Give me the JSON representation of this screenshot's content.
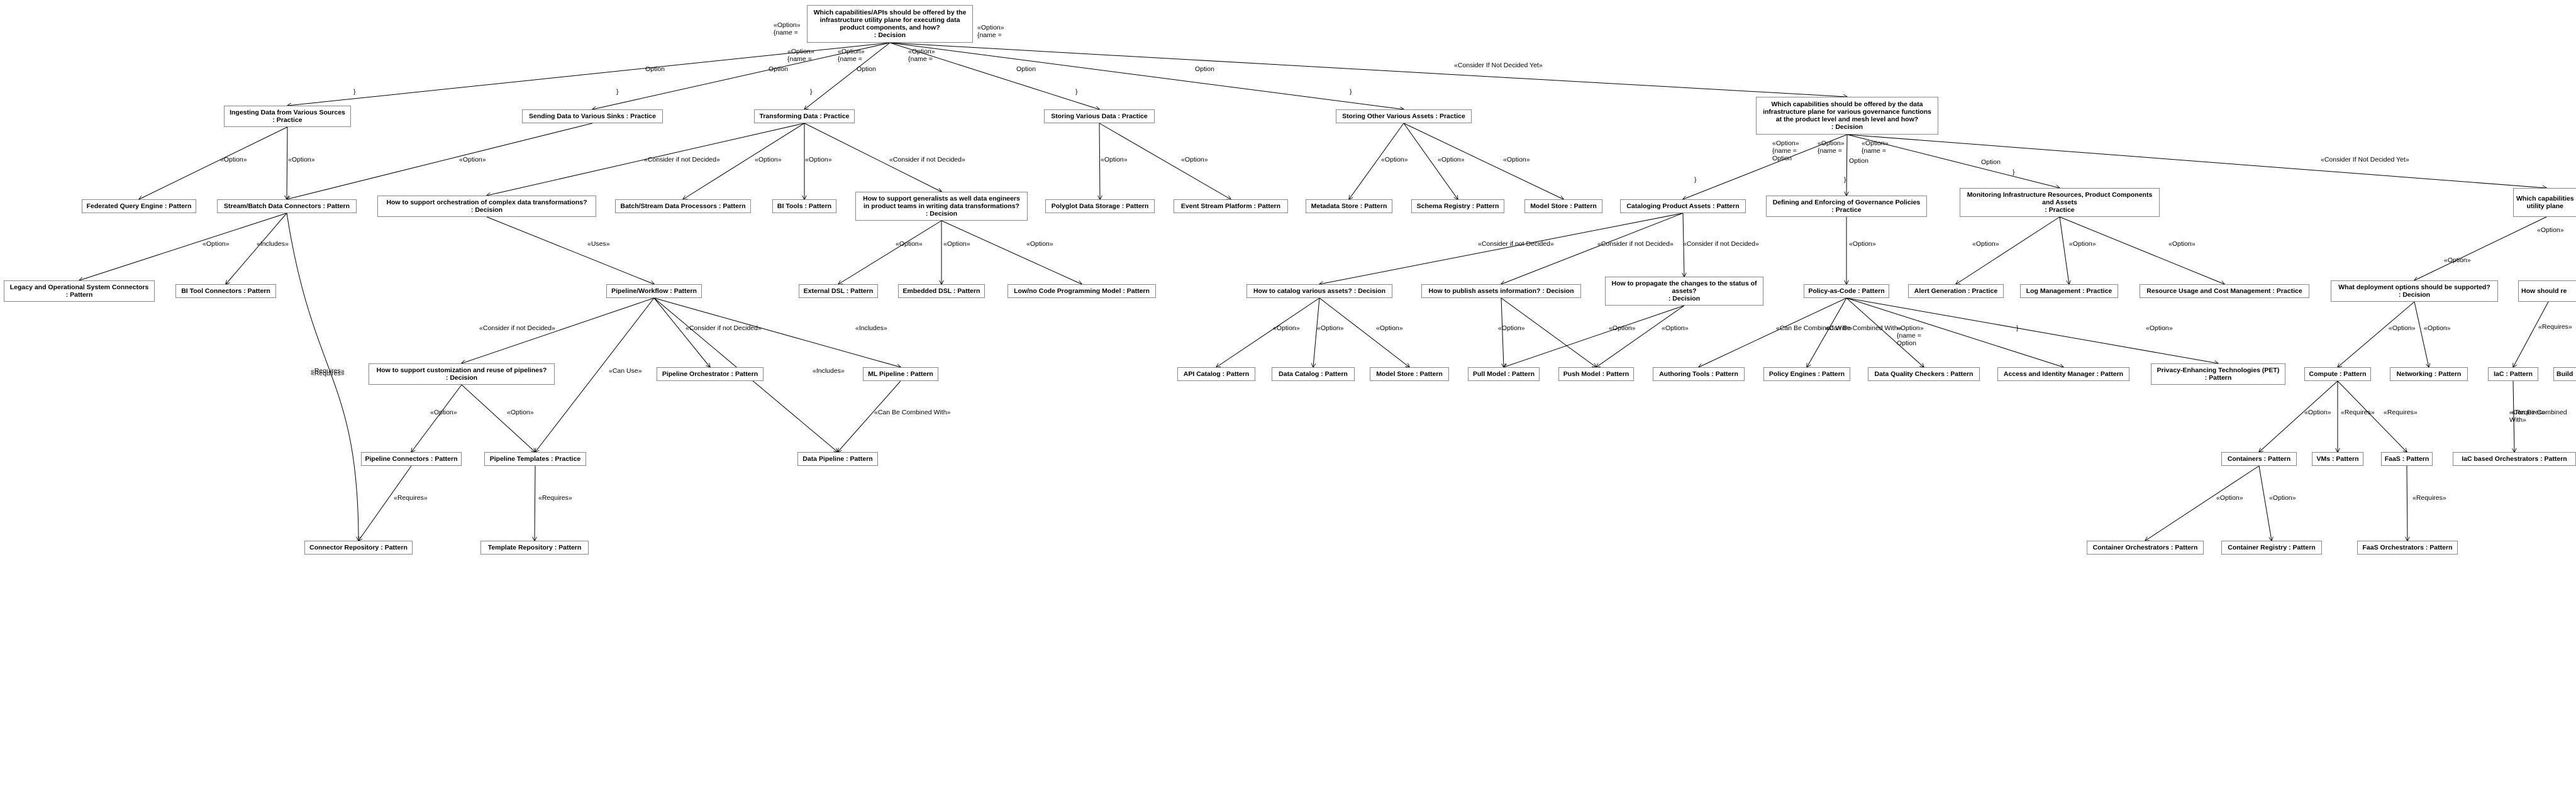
{
  "diagram": {
    "colors": {
      "line": "#000000",
      "node_border": "#888888",
      "node_fill": "#ffffff",
      "text": "#000000"
    },
    "nodes": [
      {
        "id": "root",
        "text": "Which capabilities/APIs should be offered by the\ninfrastructure utility plane for executing data\nproduct components, and how?\n: Decision"
      },
      {
        "id": "ingest",
        "text": "Ingesting Data from Various Sources\n: Practice"
      },
      {
        "id": "sending",
        "text": "Sending Data to Various Sinks : Practice"
      },
      {
        "id": "transform",
        "text": "Transforming Data : Practice"
      },
      {
        "id": "storing",
        "text": "Storing Various Data : Practice"
      },
      {
        "id": "storeother",
        "text": "Storing Other Various Assets : Practice"
      },
      {
        "id": "gov",
        "text": "Which capabilities should be offered by the data\ninfrastructure plane for various governance functions\nat the product level and mesh level and how?\n: Decision"
      },
      {
        "id": "fedq",
        "text": "Federated Query Engine : Pattern"
      },
      {
        "id": "sbconn",
        "text": "Stream/Batch Data Connectors : Pattern"
      },
      {
        "id": "orchq",
        "text": "How to support orchestration of complex data transformations?\n: Decision"
      },
      {
        "id": "bsproc",
        "text": "Batch/Stream Data Processors : Pattern"
      },
      {
        "id": "bitools",
        "text": "BI Tools : Pattern"
      },
      {
        "id": "genq",
        "text": "How to support generalists as well data engineers\nin product teams in writing data transformations?\n: Decision"
      },
      {
        "id": "polyglot",
        "text": "Polyglot Data Storage : Pattern"
      },
      {
        "id": "eventstream",
        "text": "Event Stream Platform : Pattern"
      },
      {
        "id": "metastore",
        "text": "Metadata Store : Pattern"
      },
      {
        "id": "schemareg",
        "text": "Schema Registry : Pattern"
      },
      {
        "id": "modelstore1",
        "text": "Model Store : Pattern"
      },
      {
        "id": "legacy",
        "text": "Legacy and Operational System Connectors\n: Pattern"
      },
      {
        "id": "biconn",
        "text": "BI Tool Connectors : Pattern"
      },
      {
        "id": "pipeline",
        "text": "Pipeline/Workflow : Pattern"
      },
      {
        "id": "extdsl",
        "text": "External DSL : Pattern"
      },
      {
        "id": "embdsl",
        "text": "Embedded DSL : Pattern"
      },
      {
        "id": "lowcode",
        "text": "Low/no Code Programming Model : Pattern"
      },
      {
        "id": "customq",
        "text": "How to support customization and reuse of pipelines?\n: Decision"
      },
      {
        "id": "porch",
        "text": "Pipeline Orchestrator : Pattern"
      },
      {
        "id": "mlpipe",
        "text": "ML Pipeline : Pattern"
      },
      {
        "id": "pconn",
        "text": "Pipeline Connectors : Pattern"
      },
      {
        "id": "ptempl",
        "text": "Pipeline Templates : Practice"
      },
      {
        "id": "datapipe",
        "text": "Data Pipeline : Pattern"
      },
      {
        "id": "connrepo",
        "text": "Connector Repository : Pattern"
      },
      {
        "id": "templrepo",
        "text": "Template Repository : Pattern"
      },
      {
        "id": "catalogprac",
        "text": "Cataloging Product Assets : Pattern"
      },
      {
        "id": "defgov",
        "text": "Defining and Enforcing of Governance Policies\n: Practice"
      },
      {
        "id": "monitor",
        "text": "Monitoring Infrastructure Resources, Product Components\nand Assets\n: Practice"
      },
      {
        "id": "catq",
        "text": "How to catalog various assets? : Decision"
      },
      {
        "id": "pubq",
        "text": "How to publish assets information? : Decision"
      },
      {
        "id": "propq",
        "text": "How to propagate the changes to the status of\nassets?\n: Decision"
      },
      {
        "id": "pac",
        "text": "Policy-as-Code : Pattern"
      },
      {
        "id": "alertgen",
        "text": "Alert Generation : Practice"
      },
      {
        "id": "logmgmt",
        "text": "Log Management : Practice"
      },
      {
        "id": "resusage",
        "text": "Resource Usage and Cost Management : Practice"
      },
      {
        "id": "apicat",
        "text": "API Catalog : Pattern"
      },
      {
        "id": "datacat",
        "text": "Data Catalog : Pattern"
      },
      {
        "id": "modelstore2",
        "text": "Model Store : Pattern"
      },
      {
        "id": "pullm",
        "text": "Pull Model : Pattern"
      },
      {
        "id": "pushm",
        "text": "Push Model : Pattern"
      },
      {
        "id": "authtools",
        "text": "Authoring Tools : Pattern"
      },
      {
        "id": "polengines",
        "text": "Policy Engines : Pattern"
      },
      {
        "id": "dqcheck",
        "text": "Data Quality Checkers : Pattern"
      },
      {
        "id": "iam",
        "text": "Access and Identity Manager : Pattern"
      },
      {
        "id": "pet",
        "text": "Privacy-Enhancing Technologies (PET)\n: Pattern"
      },
      {
        "id": "whichcap",
        "text": "Which capabilities\nutility plane"
      },
      {
        "id": "deployq",
        "text": "What deployment options should be supported?\n: Decision"
      },
      {
        "id": "howre",
        "text": "How should re"
      },
      {
        "id": "compute",
        "text": "Compute : Pattern"
      },
      {
        "id": "networking",
        "text": "Networking : Pattern"
      },
      {
        "id": "iac",
        "text": "IaC : Pattern"
      },
      {
        "id": "build",
        "text": "Build"
      },
      {
        "id": "containers",
        "text": "Containers : Pattern"
      },
      {
        "id": "vms",
        "text": "VMs : Pattern"
      },
      {
        "id": "faas",
        "text": "FaaS : Pattern"
      },
      {
        "id": "iacorch",
        "text": "IaC based Orchestrators : Pattern"
      },
      {
        "id": "contorch",
        "text": "Container Orchestrators : Pattern"
      },
      {
        "id": "contreg",
        "text": "Container Registry : Pattern"
      },
      {
        "id": "faasorch",
        "text": "FaaS Orchestrators : Pattern"
      }
    ],
    "edge_labels": [
      {
        "id": "l1",
        "text": "«Option»\n{name ="
      },
      {
        "id": "l2",
        "text": "«Option»\n{name ="
      },
      {
        "id": "l3",
        "text": "«Option»\n{name ="
      },
      {
        "id": "l4",
        "text": "«Option»\n{name ="
      },
      {
        "id": "l5",
        "text": "«Option»\n{name ="
      },
      {
        "id": "l6",
        "text": "Option"
      },
      {
        "id": "l7",
        "text": "Option"
      },
      {
        "id": "l8",
        "text": "Option"
      },
      {
        "id": "l9",
        "text": "Option"
      },
      {
        "id": "l10",
        "text": "Option"
      },
      {
        "id": "l11",
        "text": "«Consider If Not Decided Yet»"
      },
      {
        "id": "l12",
        "text": "}"
      },
      {
        "id": "l13",
        "text": "}"
      },
      {
        "id": "l14",
        "text": "}"
      },
      {
        "id": "l15",
        "text": "}"
      },
      {
        "id": "l16",
        "text": "}"
      },
      {
        "id": "l17",
        "text": "«Option»"
      },
      {
        "id": "l18",
        "text": "«Option»"
      },
      {
        "id": "l19",
        "text": "«Option»"
      },
      {
        "id": "l20",
        "text": "«Consider if not Decided»"
      },
      {
        "id": "l21",
        "text": "«Option»"
      },
      {
        "id": "l22",
        "text": "«Option»"
      },
      {
        "id": "l23",
        "text": "«Consider if not Decided»"
      },
      {
        "id": "l24",
        "text": "«Option»"
      },
      {
        "id": "l25",
        "text": "«Option»"
      },
      {
        "id": "l26",
        "text": "«Option»"
      },
      {
        "id": "l27",
        "text": "«Option»"
      },
      {
        "id": "l28",
        "text": "«Option»"
      },
      {
        "id": "l29",
        "text": "«Option»"
      },
      {
        "id": "l30",
        "text": "«Includes»"
      },
      {
        "id": "l31",
        "text": "«Uses»"
      },
      {
        "id": "l32",
        "text": "«Option»"
      },
      {
        "id": "l33",
        "text": "«Option»"
      },
      {
        "id": "l34",
        "text": "«Option»"
      },
      {
        "id": "l35",
        "text": "«Consider if not Decided»"
      },
      {
        "id": "l36",
        "text": "«Can Use»"
      },
      {
        "id": "l37",
        "text": "«Consider if not Decided»"
      },
      {
        "id": "l38",
        "text": "«Includes»"
      },
      {
        "id": "l39",
        "text": "«Includes»"
      },
      {
        "id": "l40",
        "text": "«Requires»"
      },
      {
        "id": "l41",
        "text": "«Option»"
      },
      {
        "id": "l42",
        "text": "«Option»"
      },
      {
        "id": "l43",
        "text": "«Can Be Combined With»"
      },
      {
        "id": "l44",
        "text": "«Requires»"
      },
      {
        "id": "l45",
        "text": "«Requires»"
      },
      {
        "id": "l46",
        "text": "«Option»\n{name =\nOption"
      },
      {
        "id": "l47",
        "text": "«Option»\n{name ="
      },
      {
        "id": "l48",
        "text": "«Option»\n{name ="
      },
      {
        "id": "l49",
        "text": "Option"
      },
      {
        "id": "l50",
        "text": "Option"
      },
      {
        "id": "l51",
        "text": "«Consider If Not Decided Yet»"
      },
      {
        "id": "l52",
        "text": "}"
      },
      {
        "id": "l53",
        "text": "}"
      },
      {
        "id": "l54",
        "text": "}"
      },
      {
        "id": "l55",
        "text": "«Consider if not Decided»"
      },
      {
        "id": "l56",
        "text": "«Consider if not Decided»"
      },
      {
        "id": "l57",
        "text": "«Consider if not Decided»"
      },
      {
        "id": "l58",
        "text": "«Option»"
      },
      {
        "id": "l59",
        "text": "«Option»"
      },
      {
        "id": "l60",
        "text": "«Option»"
      },
      {
        "id": "l61",
        "text": "«Option»"
      },
      {
        "id": "l62",
        "text": "«Option»"
      },
      {
        "id": "l63",
        "text": "«Option»"
      },
      {
        "id": "l64",
        "text": "«Option»"
      },
      {
        "id": "l65",
        "text": "«Option»"
      },
      {
        "id": "l66",
        "text": "«Option»"
      },
      {
        "id": "l67",
        "text": "«Option»"
      },
      {
        "id": "l68",
        "text": "«Option»"
      },
      {
        "id": "l69",
        "text": "«Option»"
      },
      {
        "id": "l70",
        "text": "«Option»"
      },
      {
        "id": "l71",
        "text": "«Requires»"
      },
      {
        "id": "l72",
        "text": "«Requires»"
      },
      {
        "id": "l73",
        "text": "«Can Be Combined With»"
      },
      {
        "id": "l74",
        "text": "«Can Be Combined With»"
      },
      {
        "id": "l75",
        "text": "«Can Be Combined With»"
      },
      {
        "id": "l76",
        "text": "«Option»\n{name =\nOption"
      },
      {
        "id": "l77",
        "text": "}"
      },
      {
        "id": "l78",
        "text": "«Option»"
      },
      {
        "id": "l79",
        "text": "«Option»"
      },
      {
        "id": "l80",
        "text": "«Option»"
      },
      {
        "id": "l81",
        "text": "«Option»"
      },
      {
        "id": "l82",
        "text": "«Option»"
      },
      {
        "id": "l83",
        "text": "«Requires»"
      },
      {
        "id": "l84",
        "text": "«Requires»"
      },
      {
        "id": "l85",
        "text": "«Requires»"
      },
      {
        "id": "l86",
        "text": "«Requires»"
      }
    ],
    "edges": [
      [
        "root",
        "ingest"
      ],
      [
        "root",
        "sending"
      ],
      [
        "root",
        "transform"
      ],
      [
        "root",
        "storing"
      ],
      [
        "root",
        "storeother"
      ],
      [
        "root",
        "gov"
      ],
      [
        "ingest",
        "fedq"
      ],
      [
        "ingest",
        "sbconn"
      ],
      [
        "sending",
        "sbconn"
      ],
      [
        "transform",
        "orchq"
      ],
      [
        "transform",
        "bsproc"
      ],
      [
        "transform",
        "bitools"
      ],
      [
        "transform",
        "genq"
      ],
      [
        "storing",
        "polyglot"
      ],
      [
        "storing",
        "eventstream"
      ],
      [
        "storeother",
        "metastore"
      ],
      [
        "storeother",
        "schemareg"
      ],
      [
        "storeother",
        "modelstore1"
      ],
      [
        "sbconn",
        "legacy"
      ],
      [
        "sbconn",
        "biconn"
      ],
      [
        "orchq",
        "pipeline"
      ],
      [
        "genq",
        "extdsl"
      ],
      [
        "genq",
        "embdsl"
      ],
      [
        "genq",
        "lowcode"
      ],
      [
        "pipeline",
        "customq"
      ],
      [
        "pipeline",
        "ptempl"
      ],
      [
        "pipeline",
        "porch"
      ],
      [
        "pipeline",
        "datapipe"
      ],
      [
        "pipeline",
        "mlpipe"
      ],
      [
        "customq",
        "pconn"
      ],
      [
        "customq",
        "ptempl"
      ],
      [
        "pconn",
        "connrepo"
      ],
      [
        "mlpipe",
        "datapipe"
      ],
      [
        "ptempl",
        "templrepo"
      ],
      [
        "gov",
        "catalogprac"
      ],
      [
        "gov",
        "defgov"
      ],
      [
        "gov",
        "monitor"
      ],
      [
        "gov",
        "whichcap"
      ],
      [
        "catalogprac",
        "catq"
      ],
      [
        "catalogprac",
        "pubq"
      ],
      [
        "catalogprac",
        "propq"
      ],
      [
        "catq",
        "apicat"
      ],
      [
        "catq",
        "datacat"
      ],
      [
        "catq",
        "modelstore2"
      ],
      [
        "pubq",
        "pullm"
      ],
      [
        "pubq",
        "pushm"
      ],
      [
        "propq",
        "pullm"
      ],
      [
        "propq",
        "pushm"
      ],
      [
        "defgov",
        "pac"
      ],
      [
        "pac",
        "authtools"
      ],
      [
        "pac",
        "polengines"
      ],
      [
        "pac",
        "dqcheck"
      ],
      [
        "pac",
        "iam"
      ],
      [
        "pac",
        "pet"
      ],
      [
        "monitor",
        "alertgen"
      ],
      [
        "monitor",
        "logmgmt"
      ],
      [
        "monitor",
        "resusage"
      ],
      [
        "whichcap",
        "deployq"
      ],
      [
        "deployq",
        "compute"
      ],
      [
        "deployq",
        "networking"
      ],
      [
        "compute",
        "containers"
      ],
      [
        "compute",
        "vms"
      ],
      [
        "compute",
        "faas"
      ],
      [
        "containers",
        "contorch"
      ],
      [
        "containers",
        "contreg"
      ],
      [
        "faas",
        "faasorch"
      ],
      [
        "iac",
        "iacorch"
      ],
      [
        "howre",
        "iac"
      ]
    ],
    "requires_edge": [
      "sbconn",
      "connrepo"
    ]
  }
}
